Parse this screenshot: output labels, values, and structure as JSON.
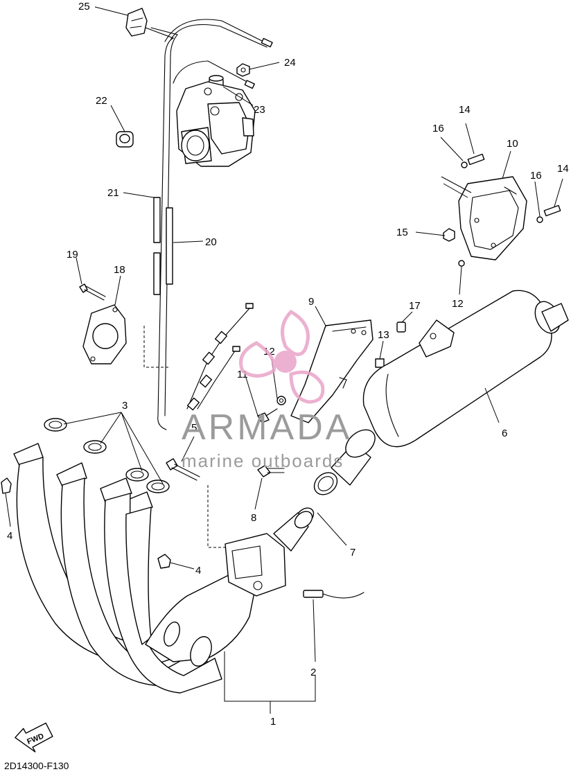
{
  "diagram": {
    "drawing_code": "2D14300-F130",
    "fwd_label": "FWD",
    "callouts": [
      "1",
      "2",
      "3",
      "4",
      "4",
      "5",
      "6",
      "7",
      "8",
      "9",
      "10",
      "11",
      "12",
      "12",
      "13",
      "14",
      "14",
      "15",
      "16",
      "16",
      "17",
      "18",
      "19",
      "20",
      "21",
      "22",
      "23",
      "24",
      "25"
    ]
  },
  "watermark": {
    "brand": "ARMADA",
    "tagline": "marine outboards",
    "color_text": "#9b9b9b",
    "color_logo": "#e9a4c8"
  }
}
